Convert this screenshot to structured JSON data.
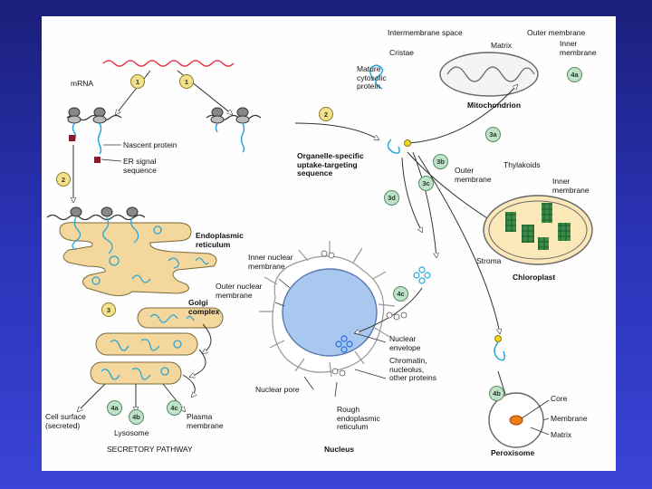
{
  "labels": {
    "mrna": "mRNA",
    "nascent": "Nascent protein",
    "er_signal": "ER signal\nsequence",
    "mature": "Mature\ncytosolic\nprotein",
    "organelle_seq": "Organelle-specific\nuptake-targeting\nsequence",
    "intermembrane": "Intermembrane space",
    "outer_membrane": "Outer membrane",
    "cristae": "Cristae",
    "matrix_mito": "Matrix",
    "inner_membrane_mito": "Inner\nmembrane",
    "mitochondrion": "Mitochondrion",
    "er": "Endoplasmic\nreticulum",
    "golgi": "Golgi\ncomplex",
    "thylakoids": "Thylakoids",
    "outer_membrane_chl": "Outer\nmembrane",
    "inner_membrane_chl": "Inner\nmembrane",
    "stroma": "Stroma",
    "chloroplast": "Chloroplast",
    "inner_nuclear": "Inner nuclear\nmembrane",
    "outer_nuclear": "Outer nuclear\nmembrane",
    "nuclear_envelope": "Nuclear\nenvelope",
    "chromatin": "Chromatin,\nnucleolus,\nother proteins",
    "nuclear_pore": "Nuclear pore",
    "rough_er": "Rough\nendoplasmic\nreticulum",
    "nucleus": "Nucleus",
    "cell_surface": "Cell surface\n(secreted)",
    "lysosome": "Lysosome",
    "plasma_membrane": "Plasma\nmembrane",
    "secretory": "SECRETORY PATHWAY",
    "core": "Core",
    "membrane_perox": "Membrane",
    "matrix_perox": "Matrix",
    "peroxisome": "Peroxisome"
  },
  "steps": {
    "s1a": "1",
    "s1b": "1",
    "s2a": "2",
    "s2b": "2",
    "s3": "3",
    "s3a": "3a",
    "s3b": "3b",
    "s3c": "3c",
    "s3d": "3d",
    "s4a_mito": "4a",
    "s4c_nuc": "4c",
    "s4b_perox": "4b",
    "s4a_sec": "4a",
    "s4b_sec": "4b",
    "s4c_sec": "4c"
  },
  "colors": {
    "background": "#2b33b8",
    "panel": "#fefefe",
    "organelle_fill": "#f3d79c",
    "nucleus_fill": "#a9c8f0",
    "protein": "#2aa6d8",
    "mrna": "#e8334a",
    "signal": "#8a1a2a",
    "thylakoid": "#3a8a4a"
  }
}
